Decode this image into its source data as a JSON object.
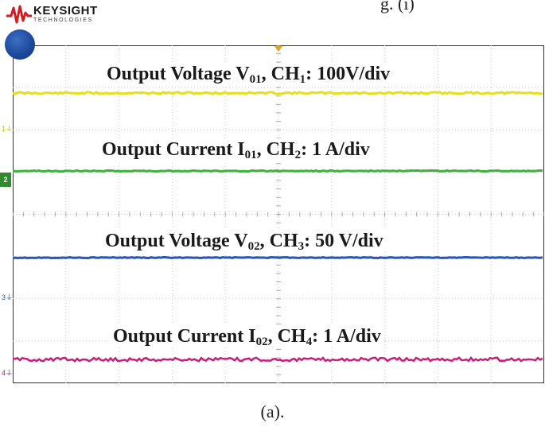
{
  "header": {
    "brand_name": "KEYSIGHT",
    "brand_sub": "TECHNOLOGIES",
    "cropped_title": "g. (i)"
  },
  "colors": {
    "ch1": "#e6e01c",
    "ch2": "#3cb43c",
    "ch3": "#2a56b8",
    "ch4": "#c81e78",
    "grid": "#c9c9c9",
    "trigger": "#e8a020"
  },
  "channels": [
    {
      "marker": "1",
      "label_main": "Output Voltage V",
      "label_sub": "01",
      "label_mid": ", CH",
      "label_sub2": "1",
      "label_tail": ": 100V/div"
    },
    {
      "marker": "2",
      "label_main": "Output Current I",
      "label_sub": "01",
      "label_mid": ", CH",
      "label_sub2": "2",
      "label_tail": ": 1 A/div"
    },
    {
      "marker": "3",
      "label_main": "Output Voltage V",
      "label_sub": "02",
      "label_mid": ", CH",
      "label_sub2": "3",
      "label_tail": ": 50 V/div"
    },
    {
      "marker": "4",
      "label_main": "Output Current I",
      "label_sub": "02",
      "label_mid": ", CH",
      "label_sub2": "4",
      "label_tail": ": 1 A/div"
    }
  ],
  "caption": "(a)."
}
